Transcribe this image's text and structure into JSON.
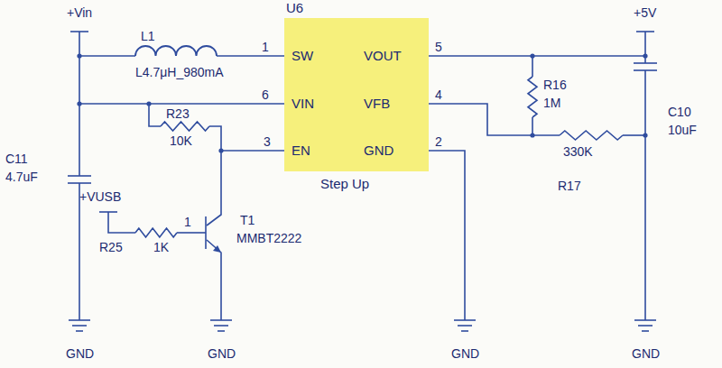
{
  "diagram": {
    "nodes": [
      {
        "text": [
          "U6",
          "SW",
          "VOUT",
          "VIN",
          "VFB",
          "EN",
          "GND",
          "Step Up"
        ]
      }
    ],
    "labels": [
      "+Vin",
      "L1",
      "L4.7μH_980mA",
      "1",
      "6",
      "R23",
      "10K",
      "3",
      "+VUSB",
      "1",
      "R25",
      "1K",
      "T1",
      "MMBT2222",
      "C11",
      "4.7uF",
      "5",
      "4",
      "2",
      "R16",
      "1M",
      "330K",
      "R17",
      "+5V",
      "C10",
      "10uF",
      "GND",
      "GND",
      "GND",
      "GND"
    ]
  }
}
